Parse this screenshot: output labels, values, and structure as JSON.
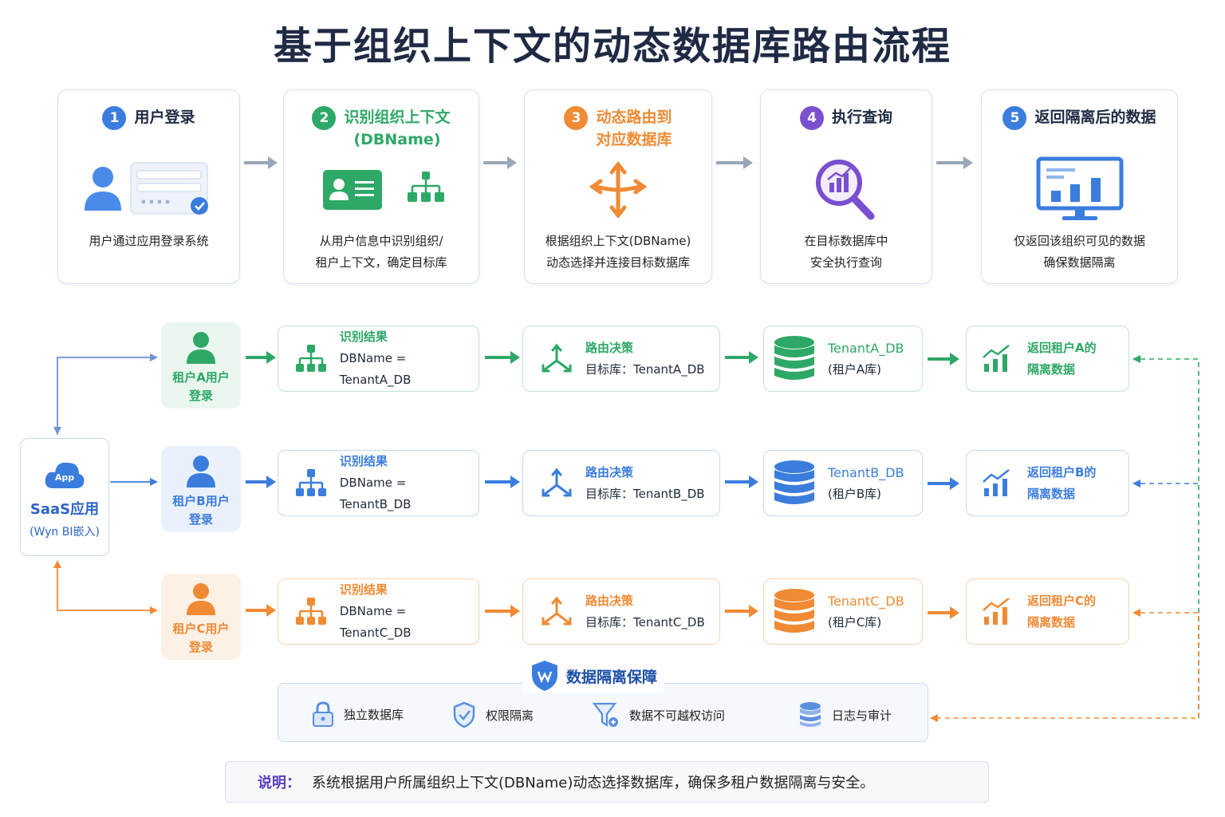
{
  "title": "基于组织上下文的动态数据库路由流程",
  "colors": {
    "blue": "#3b7ddd",
    "green": "#2ea866",
    "orange": "#f08a34",
    "purple": "#7a4fd0",
    "navy": "#1f2a44"
  },
  "steps": [
    {
      "num": "1",
      "title": "用户登录",
      "desc1": "用户通过应用登录系统",
      "desc2": "",
      "icon": "user-login-icon"
    },
    {
      "num": "2",
      "title": "识别组织上下文",
      "subtitle": "(DBName)",
      "desc1": "从用户信息中识别组织/",
      "desc2": "租户上下文，确定目标库",
      "icon": "id-card-icon"
    },
    {
      "num": "3",
      "title": "动态路由到",
      "subtitle": "对应数据库",
      "desc1": "根据组织上下文(DBName)",
      "desc2": "动态选择并连接目标数据库",
      "icon": "route-split-icon"
    },
    {
      "num": "4",
      "title": "执行查询",
      "desc1": "在目标数据库中",
      "desc2": "安全执行查询",
      "icon": "search-chart-icon"
    },
    {
      "num": "5",
      "title": "返回隔离后的数据",
      "desc1": "仅返回该组织可见的数据",
      "desc2": "确保数据隔离",
      "icon": "monitor-chart-icon"
    }
  ],
  "saas": {
    "app_badge": "App",
    "label": "SaaS应用",
    "sublabel": "(Wyn BI嵌入)"
  },
  "lanes": [
    {
      "user_line1": "租户A用户",
      "user_line2": "登录",
      "identify_title": "识别结果",
      "identify_value": "DBName = TenantA_DB",
      "route_title": "路由决策",
      "route_value": "目标库：TenantA_DB",
      "db_title": "TenantA_DB",
      "db_value": "(租户A库)",
      "return_line1": "返回租户A的",
      "return_line2": "隔离数据"
    },
    {
      "user_line1": "租户B用户",
      "user_line2": "登录",
      "identify_title": "识别结果",
      "identify_value": "DBName = TenantB_DB",
      "route_title": "路由决策",
      "route_value": "目标库：TenantB_DB",
      "db_title": "TenantB_DB",
      "db_value": "(租户B库)",
      "return_line1": "返回租户B的",
      "return_line2": "隔离数据"
    },
    {
      "user_line1": "租户C用户",
      "user_line2": "登录",
      "identify_title": "识别结果",
      "identify_value": "DBName = TenantC_DB",
      "route_title": "路由决策",
      "route_value": "目标库：TenantC_DB",
      "db_title": "TenantC_DB",
      "db_value": "(租户C库)",
      "return_line1": "返回租户C的",
      "return_line2": "隔离数据"
    }
  ],
  "guarantee": {
    "title": "数据隔离保障",
    "items": [
      {
        "label": "独立数据库",
        "icon": "lock-icon"
      },
      {
        "label": "权限隔离",
        "icon": "shield-check-icon"
      },
      {
        "label": "数据不可越权访问",
        "icon": "filter-lock-icon"
      },
      {
        "label": "日志与审计",
        "icon": "database-log-icon"
      }
    ]
  },
  "note": {
    "label": "说明：",
    "text": "系统根据用户所属组织上下文(DBName)动态选择数据库，确保多租户数据隔离与安全。"
  }
}
